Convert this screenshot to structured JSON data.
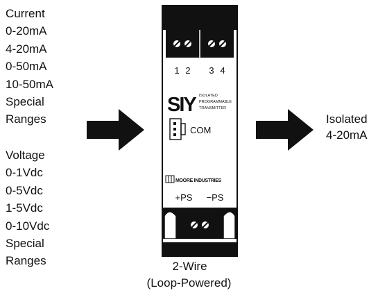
{
  "inputs": {
    "current": {
      "heading": "Current",
      "ranges": [
        "0-20mA",
        "4-20mA",
        "0-50mA",
        "10-50mA",
        "Special",
        "Ranges"
      ]
    },
    "voltage": {
      "heading": "Voltage",
      "ranges": [
        "0-1Vdc",
        "0-5Vdc",
        "1-5Vdc",
        "0-10Vdc",
        "Special",
        "Ranges"
      ]
    }
  },
  "device": {
    "top_terminals": [
      "1",
      "2",
      "3",
      "4"
    ],
    "logo": "SIY",
    "desc_lines": [
      "ISOLATED",
      "PROGRAMMABLE",
      "TRANSMITTER"
    ],
    "com_label": "COM",
    "brand": "MOORE INDUSTRIES",
    "power_labels": [
      "+PS",
      "−PS"
    ]
  },
  "output": {
    "lines": [
      "Isolated",
      "4-20mA"
    ]
  },
  "caption": {
    "lines": [
      "2-Wire",
      "(Loop-Powered)"
    ]
  }
}
